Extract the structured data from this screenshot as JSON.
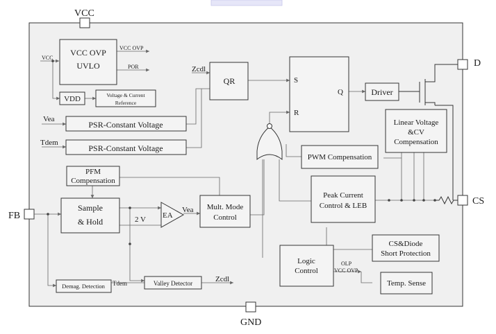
{
  "header_banner": "",
  "pins": {
    "vcc": "VCC",
    "d": "D",
    "cs": "CS",
    "fb": "FB",
    "gnd": "GND"
  },
  "blocks": {
    "vcc_ovp_line1": "VCC OVP",
    "vcc_ovp_line2": "UVLO",
    "vdd": "VDD",
    "vref_line1": "Voltage & Current",
    "vref_line2": "Reference",
    "qr": "QR",
    "sr_s": "S",
    "sr_r": "R",
    "sr_q": "Q",
    "driver": "Driver",
    "psr1": "PSR-Constant Voltage",
    "psr2": "PSR-Constant Voltage",
    "linear_line1": "Linear Voltage",
    "linear_line2": "&CV",
    "linear_line3": "Compensation",
    "pwm_comp": "PWM Compensation",
    "pfm_line1": "PFM",
    "pfm_line2": "Compensation",
    "sample_line1": "Sample",
    "sample_line2": "& Hold",
    "ea": "EA",
    "mult_line1": "Mult. Mode",
    "mult_line2": "Control",
    "peak_line1": "Peak Current",
    "peak_line2": "Control & LEB",
    "cs_diode_line1": "CS&Diode",
    "cs_diode_line2": "Short Protection",
    "logic_line1": "Logic",
    "logic_line2": "Control",
    "temp": "Temp. Sense",
    "demag": "Demag. Detection",
    "valley": "Valley Detector"
  },
  "signals": {
    "vcc_in": "VCC",
    "vcc_ovp_out": "VCC OVP",
    "por": "POR",
    "zcdl_qr": "Zcdl",
    "vea_in": "Vea",
    "tdem_in": "Tdem",
    "two_v": "2 V",
    "vea_out": "Vea",
    "olp": "OLP",
    "vcc_ovp_logic": "VCC OVP",
    "tdem_valley": "Tdem",
    "zcdl_valley": "Zcdl"
  }
}
